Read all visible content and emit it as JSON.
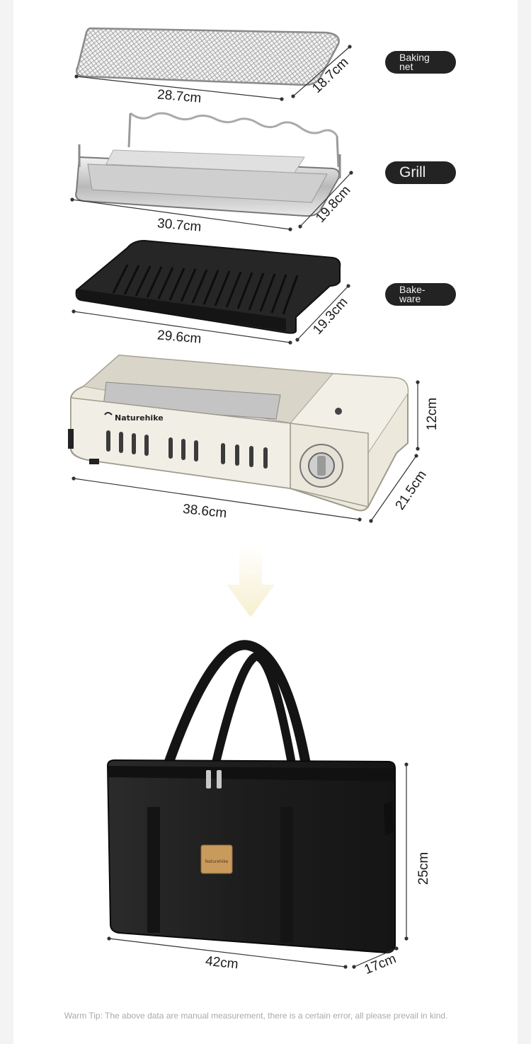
{
  "labels": {
    "baking_net_line1": "Baking",
    "baking_net_line2": "net",
    "grill": "Grill",
    "bakeware_line1": "Bake-",
    "bakeware_line2": "ware"
  },
  "dimensions": {
    "net_width": "28.7cm",
    "net_depth": "18.7cm",
    "grill_width": "30.7cm",
    "grill_depth": "19.8cm",
    "bakeware_width": "29.6cm",
    "bakeware_depth": "19.3cm",
    "stove_width": "38.6cm",
    "stove_height": "12cm",
    "stove_depth": "21.5cm",
    "bag_width": "42cm",
    "bag_height": "25cm",
    "bag_depth": "17cm"
  },
  "brand": "Naturehike",
  "warm_tip": "Warm Tip: The above data are manual measurement, there is a certain error, all please prevail in kind.",
  "colors": {
    "background": "#f3f3f3",
    "pill": "#232323",
    "arrow": "#f7f1d9",
    "stove": "#ece8dc",
    "bag": "#1f1f1f",
    "bag_tag": "#c89a5c"
  }
}
